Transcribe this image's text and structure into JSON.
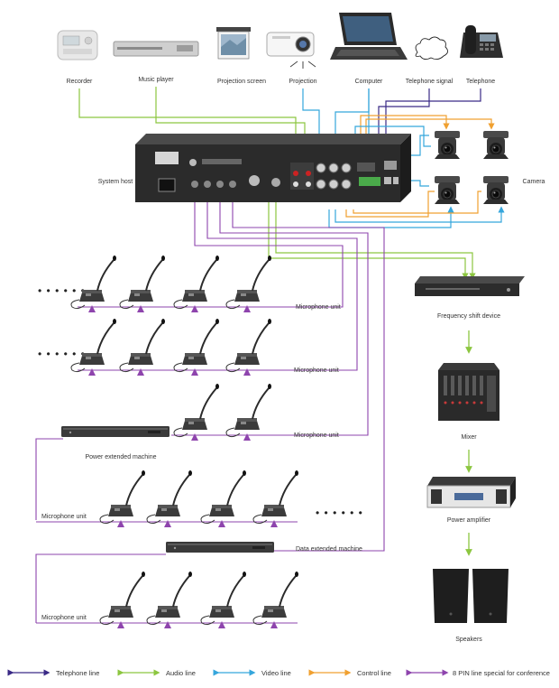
{
  "colors": {
    "telephone": "#3a2a86",
    "audio": "#8cc640",
    "video": "#35a6dc",
    "control": "#f0a030",
    "pin8": "#8e44ad"
  },
  "devices": {
    "recorder": "Recorder",
    "music_player": "Music player",
    "projection_screen": "Projection screen",
    "projection": "Projection",
    "computer": "Computer",
    "telephone_signal": "Telephone signal",
    "telephone": "Telephone",
    "system_host": "System host",
    "camera": "Camera",
    "frequency_shift": "Frequency shift device",
    "mixer": "Mixer",
    "power_amplifier": "Power amplifier",
    "speakers": "Speakers",
    "power_extended": "Power extended machine",
    "data_extended": "Data extended machine"
  },
  "mic_unit_labels": [
    "Microphone unit",
    "Microphone unit",
    "Microphone unit",
    "Microphone unit",
    "Microphone unit"
  ],
  "legend": [
    {
      "label": "Telephone line",
      "color": "#3a2a86",
      "icon": "double-arrow-icon"
    },
    {
      "label": "Audio line",
      "color": "#8cc640",
      "icon": "double-arrow-icon"
    },
    {
      "label": "Video line",
      "color": "#35a6dc",
      "icon": "double-arrow-icon"
    },
    {
      "label": "Control line",
      "color": "#f0a030",
      "icon": "double-arrow-icon"
    },
    {
      "label": "8 PIN line special for conference",
      "color": "#8e44ad",
      "icon": "double-arrow-icon"
    }
  ]
}
